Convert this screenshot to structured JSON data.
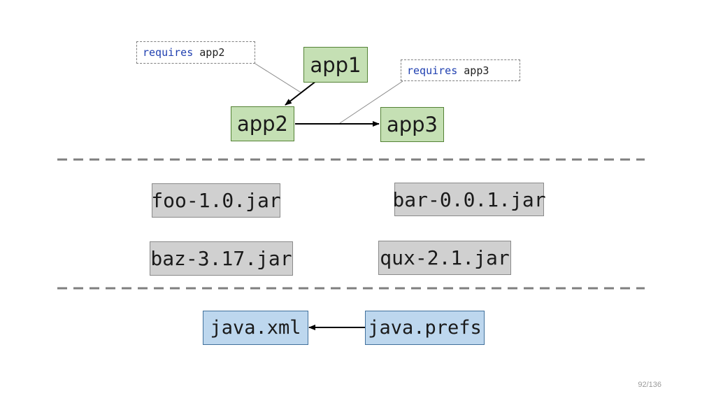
{
  "modules": {
    "app1": "app1",
    "app2": "app2",
    "app3": "app3"
  },
  "notes": [
    {
      "keyword": "requires",
      "target": "app2"
    },
    {
      "keyword": "requires",
      "target": "app3"
    }
  ],
  "jars": {
    "foo": "foo-1.0.jar",
    "bar": "bar-0.0.1.jar",
    "baz": "baz-3.17.jar",
    "qux": "qux-2.1.jar"
  },
  "platform": {
    "xml": "java.xml",
    "prefs": "java.prefs"
  },
  "colors": {
    "app_fill": "#c5e0b4",
    "jar_fill": "#d0d0d0",
    "platform_fill": "#bdd7ee"
  },
  "page_number": "92/136"
}
